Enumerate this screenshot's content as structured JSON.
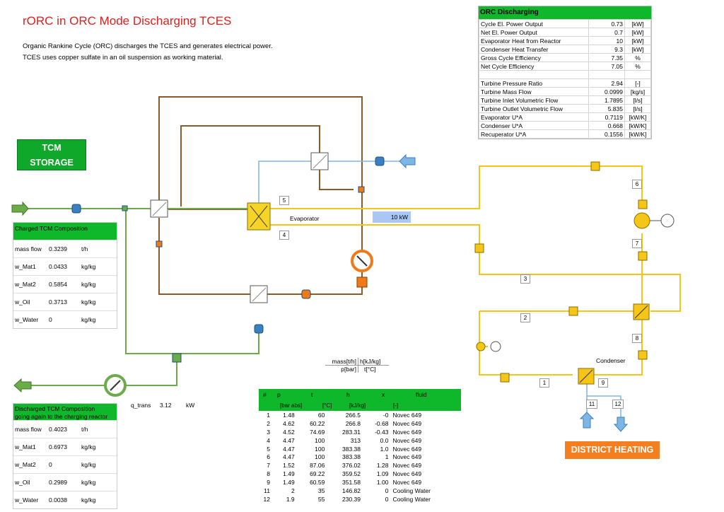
{
  "title": "rORC in ORC Mode Discharging TCES",
  "description": [
    "Organic Rankine Cycle (ORC) discharges the TCES and generates electrical power.",
    "TCES uses copper sulfate in an oil suspension as working material."
  ],
  "tcm_storage_label": "TCM\nSTORAGE",
  "district_heating_label": "DISTRICT HEATING",
  "evaporator_label": "Evaporator",
  "condenser_label": "Condenser",
  "evaporator_heat_value": "10",
  "evaporator_heat_unit": "kW",
  "q_trans": {
    "label": "q_trans",
    "value": "3.12",
    "unit": "kW"
  },
  "orc_summary": {
    "header": "ORC Discharging",
    "rows": [
      {
        "name": "Cycle El. Power Output",
        "value": "0.73",
        "unit": "[kW]"
      },
      {
        "name": "Net El. Power Output",
        "value": "0.7",
        "unit": "[kW]"
      },
      {
        "name": "Evaporator Heat from Reactor",
        "value": "10",
        "unit": "[kW]"
      },
      {
        "name": "Condenser Heat Transfer",
        "value": "9.3",
        "unit": "[kW]"
      },
      {
        "name": "Gross Cycle Efficiency",
        "value": "7.35",
        "unit": "%"
      },
      {
        "name": "Net Cycle Efficiency",
        "value": "7.05",
        "unit": "%"
      },
      {
        "name": "",
        "value": "",
        "unit": ""
      },
      {
        "name": "Turbine Pressure Ratio",
        "value": "2.94",
        "unit": "[-]"
      },
      {
        "name": "Turbine Mass Flow",
        "value": "0.0999",
        "unit": "[kg/s]"
      },
      {
        "name": "Turbine Inlet Volumetric Flow",
        "value": "1.7895",
        "unit": "[l/s]"
      },
      {
        "name": "Turbine Outlet Volumetric Flow",
        "value": "5.835",
        "unit": "[l/s]"
      },
      {
        "name": "Evaporator U*A",
        "value": "0.7119",
        "unit": "[kW/K]"
      },
      {
        "name": "Condenser U*A",
        "value": "0.668",
        "unit": "[kW/K]"
      },
      {
        "name": "Recuperator U*A",
        "value": "0.1556",
        "unit": "[kW/K]"
      }
    ]
  },
  "charged_tcm": {
    "header": "Charged TCM Composition",
    "rows": [
      {
        "name": "mass flow",
        "value": "0.3239",
        "unit": "t/h"
      },
      {
        "name": "w_Mat1",
        "value": "0.0433",
        "unit": "kg/kg"
      },
      {
        "name": "w_Mat2",
        "value": "0.5854",
        "unit": "kg/kg"
      },
      {
        "name": "w_Oil",
        "value": "0.3713",
        "unit": "kg/kg"
      },
      {
        "name": "w_Water",
        "value": "0",
        "unit": "kg/kg"
      }
    ]
  },
  "discharged_tcm": {
    "header": "Discharged TCM Composition",
    "header2": "going again to the charging reactor",
    "rows": [
      {
        "name": "mass flow",
        "value": "0.4023",
        "unit": "t/h"
      },
      {
        "name": "w_Mat1",
        "value": "0.6973",
        "unit": "kg/kg"
      },
      {
        "name": "w_Mat2",
        "value": "0",
        "unit": "kg/kg"
      },
      {
        "name": "w_Oil",
        "value": "0.2989",
        "unit": "kg/kg"
      },
      {
        "name": "w_Water",
        "value": "0.0038",
        "unit": "kg/kg"
      }
    ]
  },
  "legend": {
    "tl": "mass[t/h]",
    "tr": "h[kJ/kg]",
    "bl": "p[bar]",
    "br": "t[°C]"
  },
  "state_table": {
    "headers": [
      "#",
      "p",
      "t",
      "h",
      "x",
      "fluid"
    ],
    "units": [
      "[bar abs]",
      "[°C]",
      "[kJ/kg]",
      "[-]"
    ],
    "rows": [
      [
        "1",
        "1.48",
        "60",
        "266.5",
        "-0",
        "Novec 649"
      ],
      [
        "2",
        "4.62",
        "60.22",
        "266.8",
        "-0.68",
        "Novec 649"
      ],
      [
        "3",
        "4.52",
        "74.69",
        "283.31",
        "-0.43",
        "Novec 649"
      ],
      [
        "4",
        "4.47",
        "100",
        "313",
        "0.0",
        "Novec 649"
      ],
      [
        "5",
        "4.47",
        "100",
        "383.38",
        "1.0",
        "Novec 649"
      ],
      [
        "6",
        "4.47",
        "100",
        "383.38",
        "1",
        "Novec 649"
      ],
      [
        "7",
        "1.52",
        "87.06",
        "376.02",
        "1.28",
        "Novec 649"
      ],
      [
        "8",
        "1.49",
        "69.22",
        "359.52",
        "1.09",
        "Novec 649"
      ],
      [
        "9",
        "1.49",
        "60.59",
        "351.58",
        "1.00",
        "Novec 649"
      ],
      [
        "11",
        "2",
        "35",
        "146.82",
        "0",
        "Cooling Water"
      ],
      [
        "12",
        "1.9",
        "55",
        "230.39",
        "0",
        "Cooling Water"
      ]
    ]
  },
  "point_labels": [
    "1",
    "2",
    "3",
    "4",
    "5",
    "6",
    "7",
    "8",
    "9",
    "11",
    "12"
  ],
  "colors": {
    "orc_line": "#f5c518",
    "tcm_line": "#6cab4a",
    "hot_oil_line": "#8a5a2b",
    "water_line": "#7eb6e3",
    "accent_green": "#0fb82a",
    "title_red": "#e0201c",
    "district_orange": "#f57e1f"
  }
}
